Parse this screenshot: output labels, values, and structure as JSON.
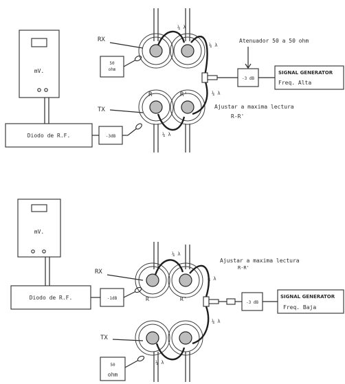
{
  "diagram_top": {
    "meter_label": "mV.",
    "detector_label": "Diodo de R.F.",
    "att_small_label": "-3dB",
    "load_label_line1": "50",
    "load_label_line2": "ohm",
    "rx_label": "RX",
    "tx_label": "TX",
    "quarter_wave": "¼ λ",
    "r_label": "R",
    "r_prime_label": "R'",
    "att_right_label": "-3 dB",
    "attenuator_title": "Atenuador 50 a 50 ohm",
    "generator_title": "SIGNAL GENERATOR",
    "generator_freq": "Freq.  Alta",
    "adjust_line1": "Ajustar a maxima lectura",
    "adjust_line2": "R-R'"
  },
  "diagram_bottom": {
    "meter_label": "mV.",
    "detector_label": "Diodo de R.F.",
    "att_small_label": "-1dB",
    "load_label_line1": "50",
    "load_label_line2": "ohm",
    "rx_label": "RX",
    "tx_label": "TX",
    "quarter_wave": "¼ λ",
    "r_label": "R",
    "r_prime_label": "R'",
    "att_right_label": "-3 dB",
    "generator_title": "SIGNAL GENERATOR",
    "generator_freq": "Freq.  Baja",
    "adjust_line1": "Ajustar a maxima lectura",
    "adjust_line2": "R-R'"
  }
}
